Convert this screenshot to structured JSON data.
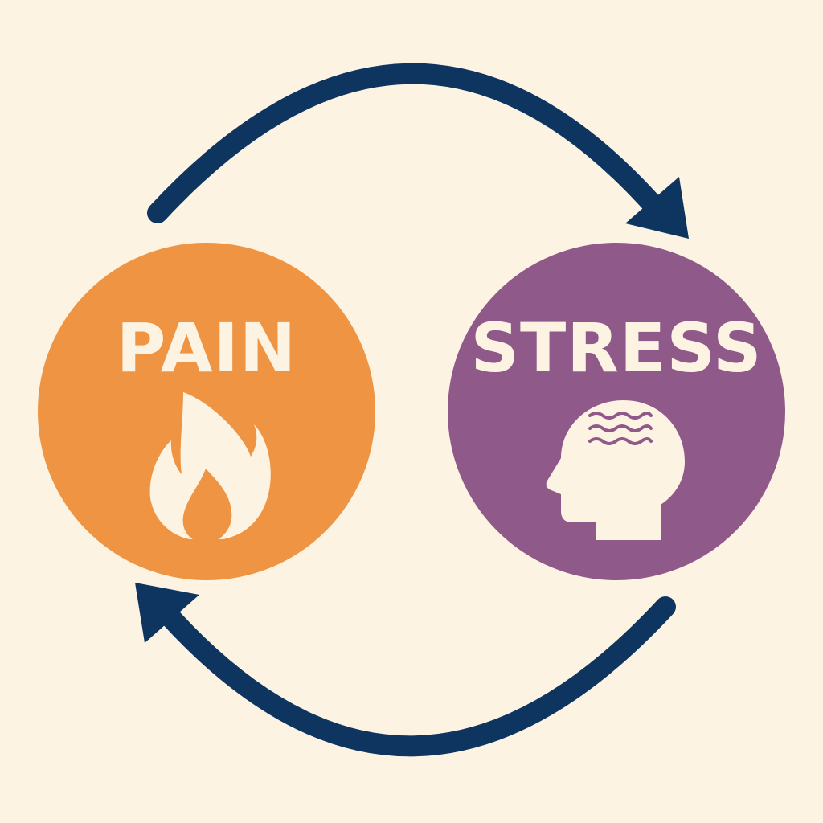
{
  "nodes": {
    "pain": {
      "label": "PAIN",
      "color": "#EE9442",
      "icon": "fire-icon"
    },
    "stress": {
      "label": "STRESS",
      "color": "#8F5A8A",
      "icon": "head-waves-icon"
    }
  },
  "arrows": [
    {
      "from": "pain",
      "to": "stress",
      "icon": "arrow-clockwise-top"
    },
    {
      "from": "stress",
      "to": "pain",
      "icon": "arrow-clockwise-bottom"
    }
  ],
  "colors": {
    "background": "#FDF3E3",
    "arrow": "#0E3460",
    "icon_fill": "#FDF3E3"
  }
}
